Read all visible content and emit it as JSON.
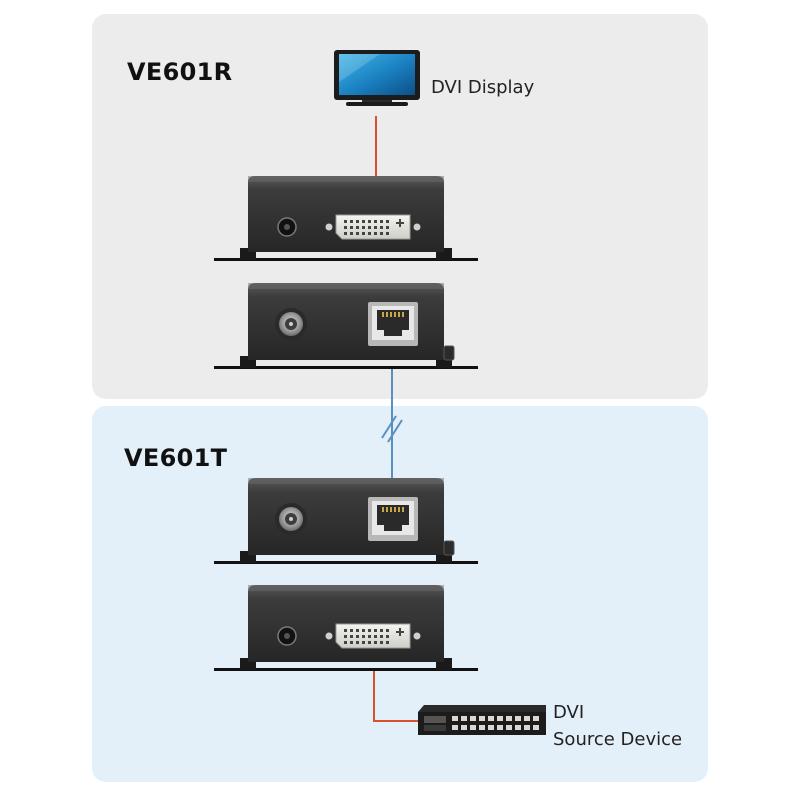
{
  "receiver": {
    "title": "VE601R",
    "display_label": "DVI Display"
  },
  "transmitter": {
    "title": "VE601T",
    "source_label_line1": "DVI",
    "source_label_line2": "Source Device"
  },
  "colors": {
    "receiver_panel": "#ececec",
    "transmitter_panel": "#e4f0f9",
    "dvi_cable": "#d9502f",
    "cat5_cable": "#5b8fc0",
    "device_body": "#3a3a3a"
  },
  "icons": [
    "monitor-icon",
    "dvi-port-icon",
    "rj45-port-icon",
    "power-jack-icon",
    "coax-connector-icon",
    "source-device-icon"
  ]
}
